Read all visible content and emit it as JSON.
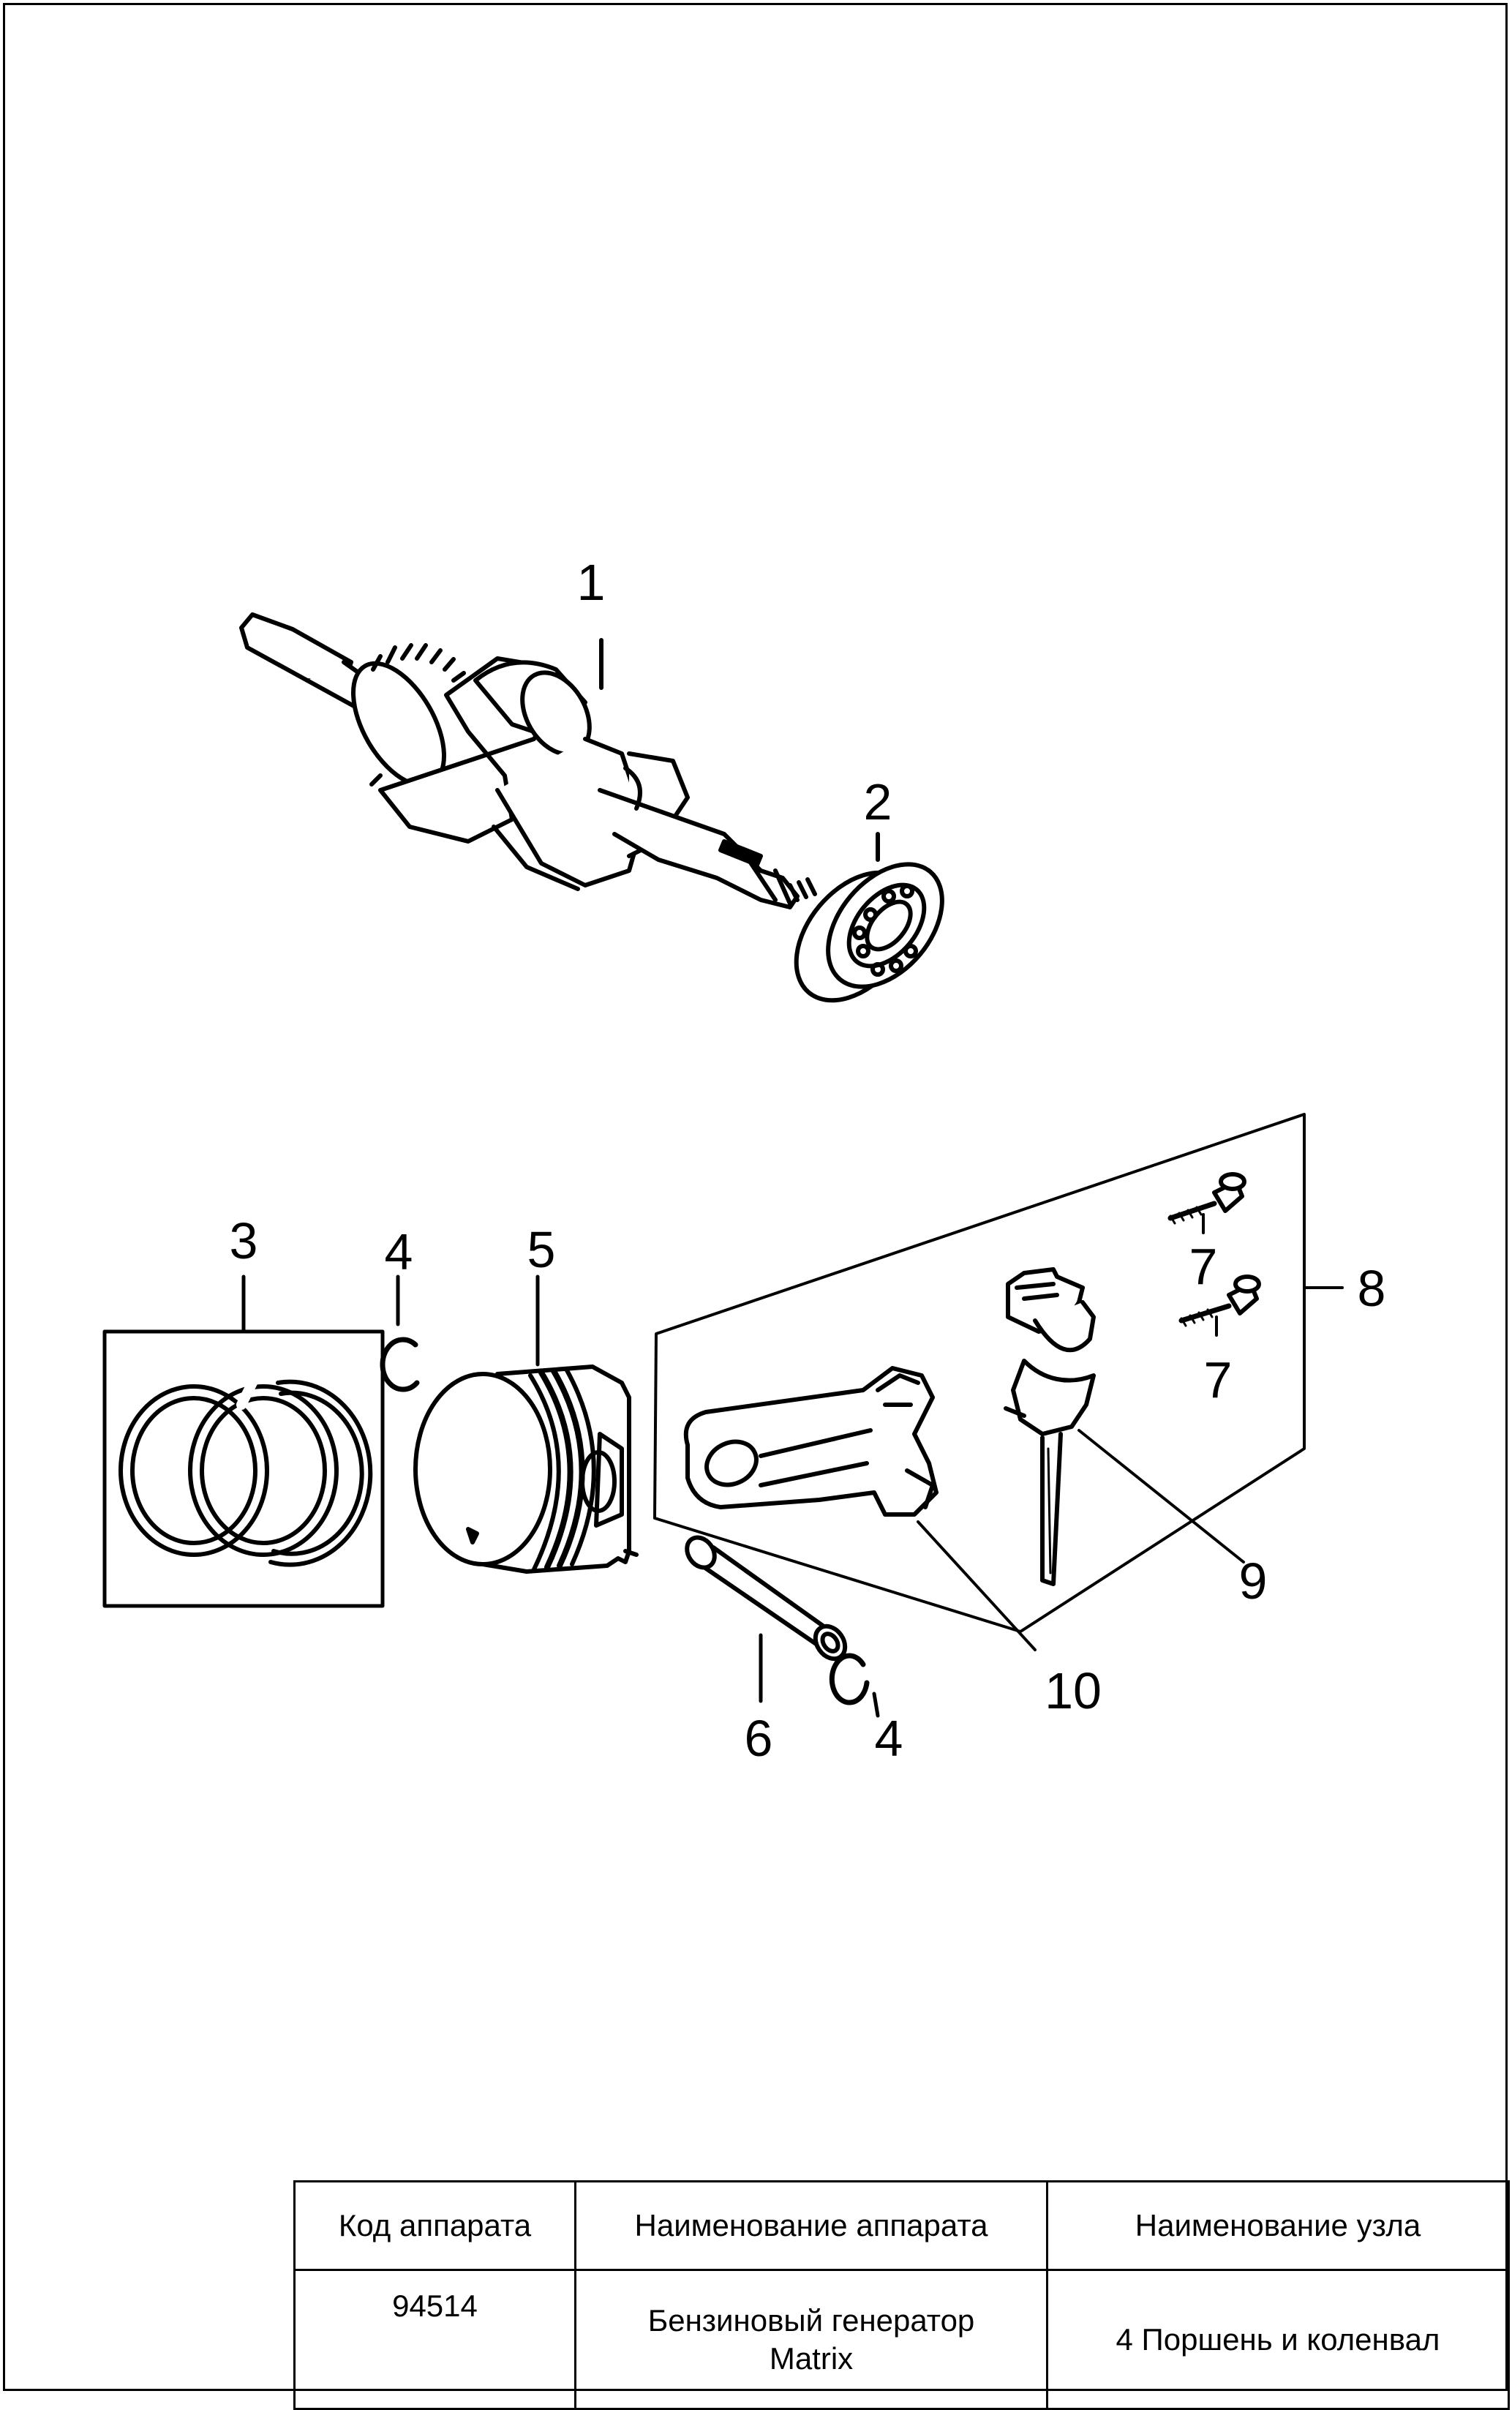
{
  "diagram": {
    "callouts": {
      "p1": "1",
      "p2": "2",
      "p3": "3",
      "p4a": "4",
      "p4b": "4",
      "p5": "5",
      "p6": "6",
      "p7a": "7",
      "p7b": "7",
      "p8": "8",
      "p9": "9",
      "p10": "10"
    }
  },
  "title_block": {
    "headers": {
      "code": "Код аппарата",
      "device_name": "Наименование аппарата",
      "unit_name": "Наименование узла"
    },
    "values": {
      "code": "94514",
      "device_name_line1": "Бензиновый генератор",
      "device_name_line2": "Matrix",
      "unit_name": "4 Поршень и коленвал"
    }
  }
}
